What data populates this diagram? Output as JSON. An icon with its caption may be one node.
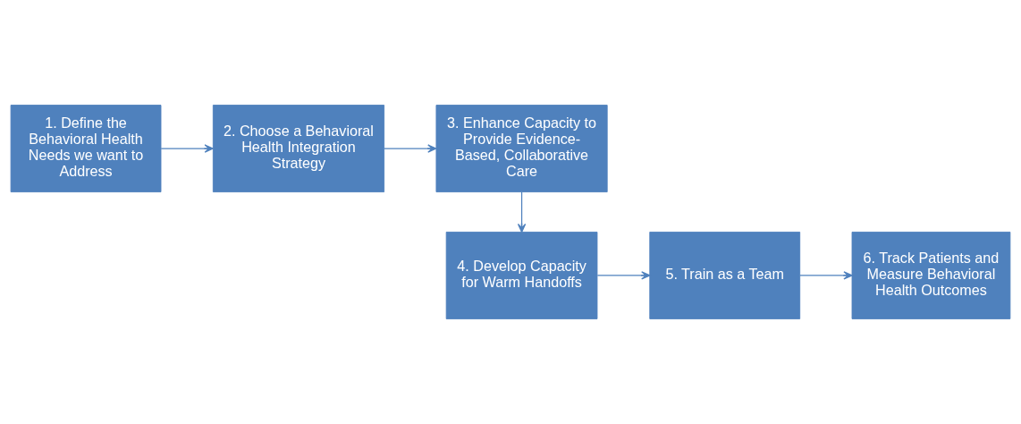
{
  "diagram": {
    "nodes": [
      {
        "text": [
          "1. Define the Behavioral Health Needs we want to Address"
        ]
      },
      {
        "text": [
          "2. Choose a Behavioral Health Integration Strategy"
        ]
      },
      {
        "text": [
          "3. Enhance Capacity to Provide Evidence-Based, Collaborative Care"
        ]
      },
      {
        "text": [
          "4. Develop Capacity for Warm Handoffs"
        ]
      },
      {
        "text": [
          "5. Train as a Team"
        ]
      },
      {
        "text": [
          "6. Track Patients and Measure Behavioral Health Outcomes"
        ]
      }
    ],
    "edges": [
      {
        "from": 0,
        "to": 1,
        "arrow": "to"
      },
      {
        "from": 1,
        "to": 2,
        "arrow": "to"
      },
      {
        "from": 2,
        "to": 3,
        "arrow": "to"
      },
      {
        "from": 3,
        "to": 4,
        "arrow": "to"
      },
      {
        "from": 4,
        "to": 5,
        "arrow": "to"
      }
    ]
  }
}
